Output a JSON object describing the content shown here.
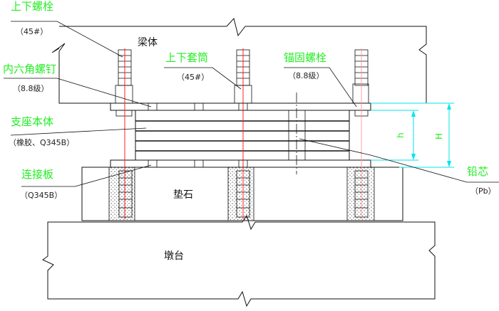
{
  "labels": {
    "stud": {
      "title": "上下螺栓",
      "spec": "（45#）"
    },
    "hex_screw": {
      "title": "内六角螺钉",
      "spec": "（8.8级）"
    },
    "sleeve": {
      "title": "上下套筒",
      "spec": "（45#）"
    },
    "anchor_bolt": {
      "title": "锚固螺栓",
      "spec": "（8.8级）"
    },
    "bearing_body": {
      "title": "支座本体",
      "spec": "（橡胶、Q345B）"
    },
    "connect_plate": {
      "title": "连接板",
      "spec": "（Q345B）"
    },
    "lead_core": {
      "title": "铅芯",
      "spec": "（Pb）"
    }
  },
  "parts": {
    "beam": "梁体",
    "pedestal": "垫石",
    "pier": "墩台"
  },
  "dimensions": {
    "h": "h",
    "H": "H"
  },
  "colors": {
    "label": "#22ee22",
    "dimension": "#00e5ee",
    "bolt_axis": "#ff2020"
  }
}
